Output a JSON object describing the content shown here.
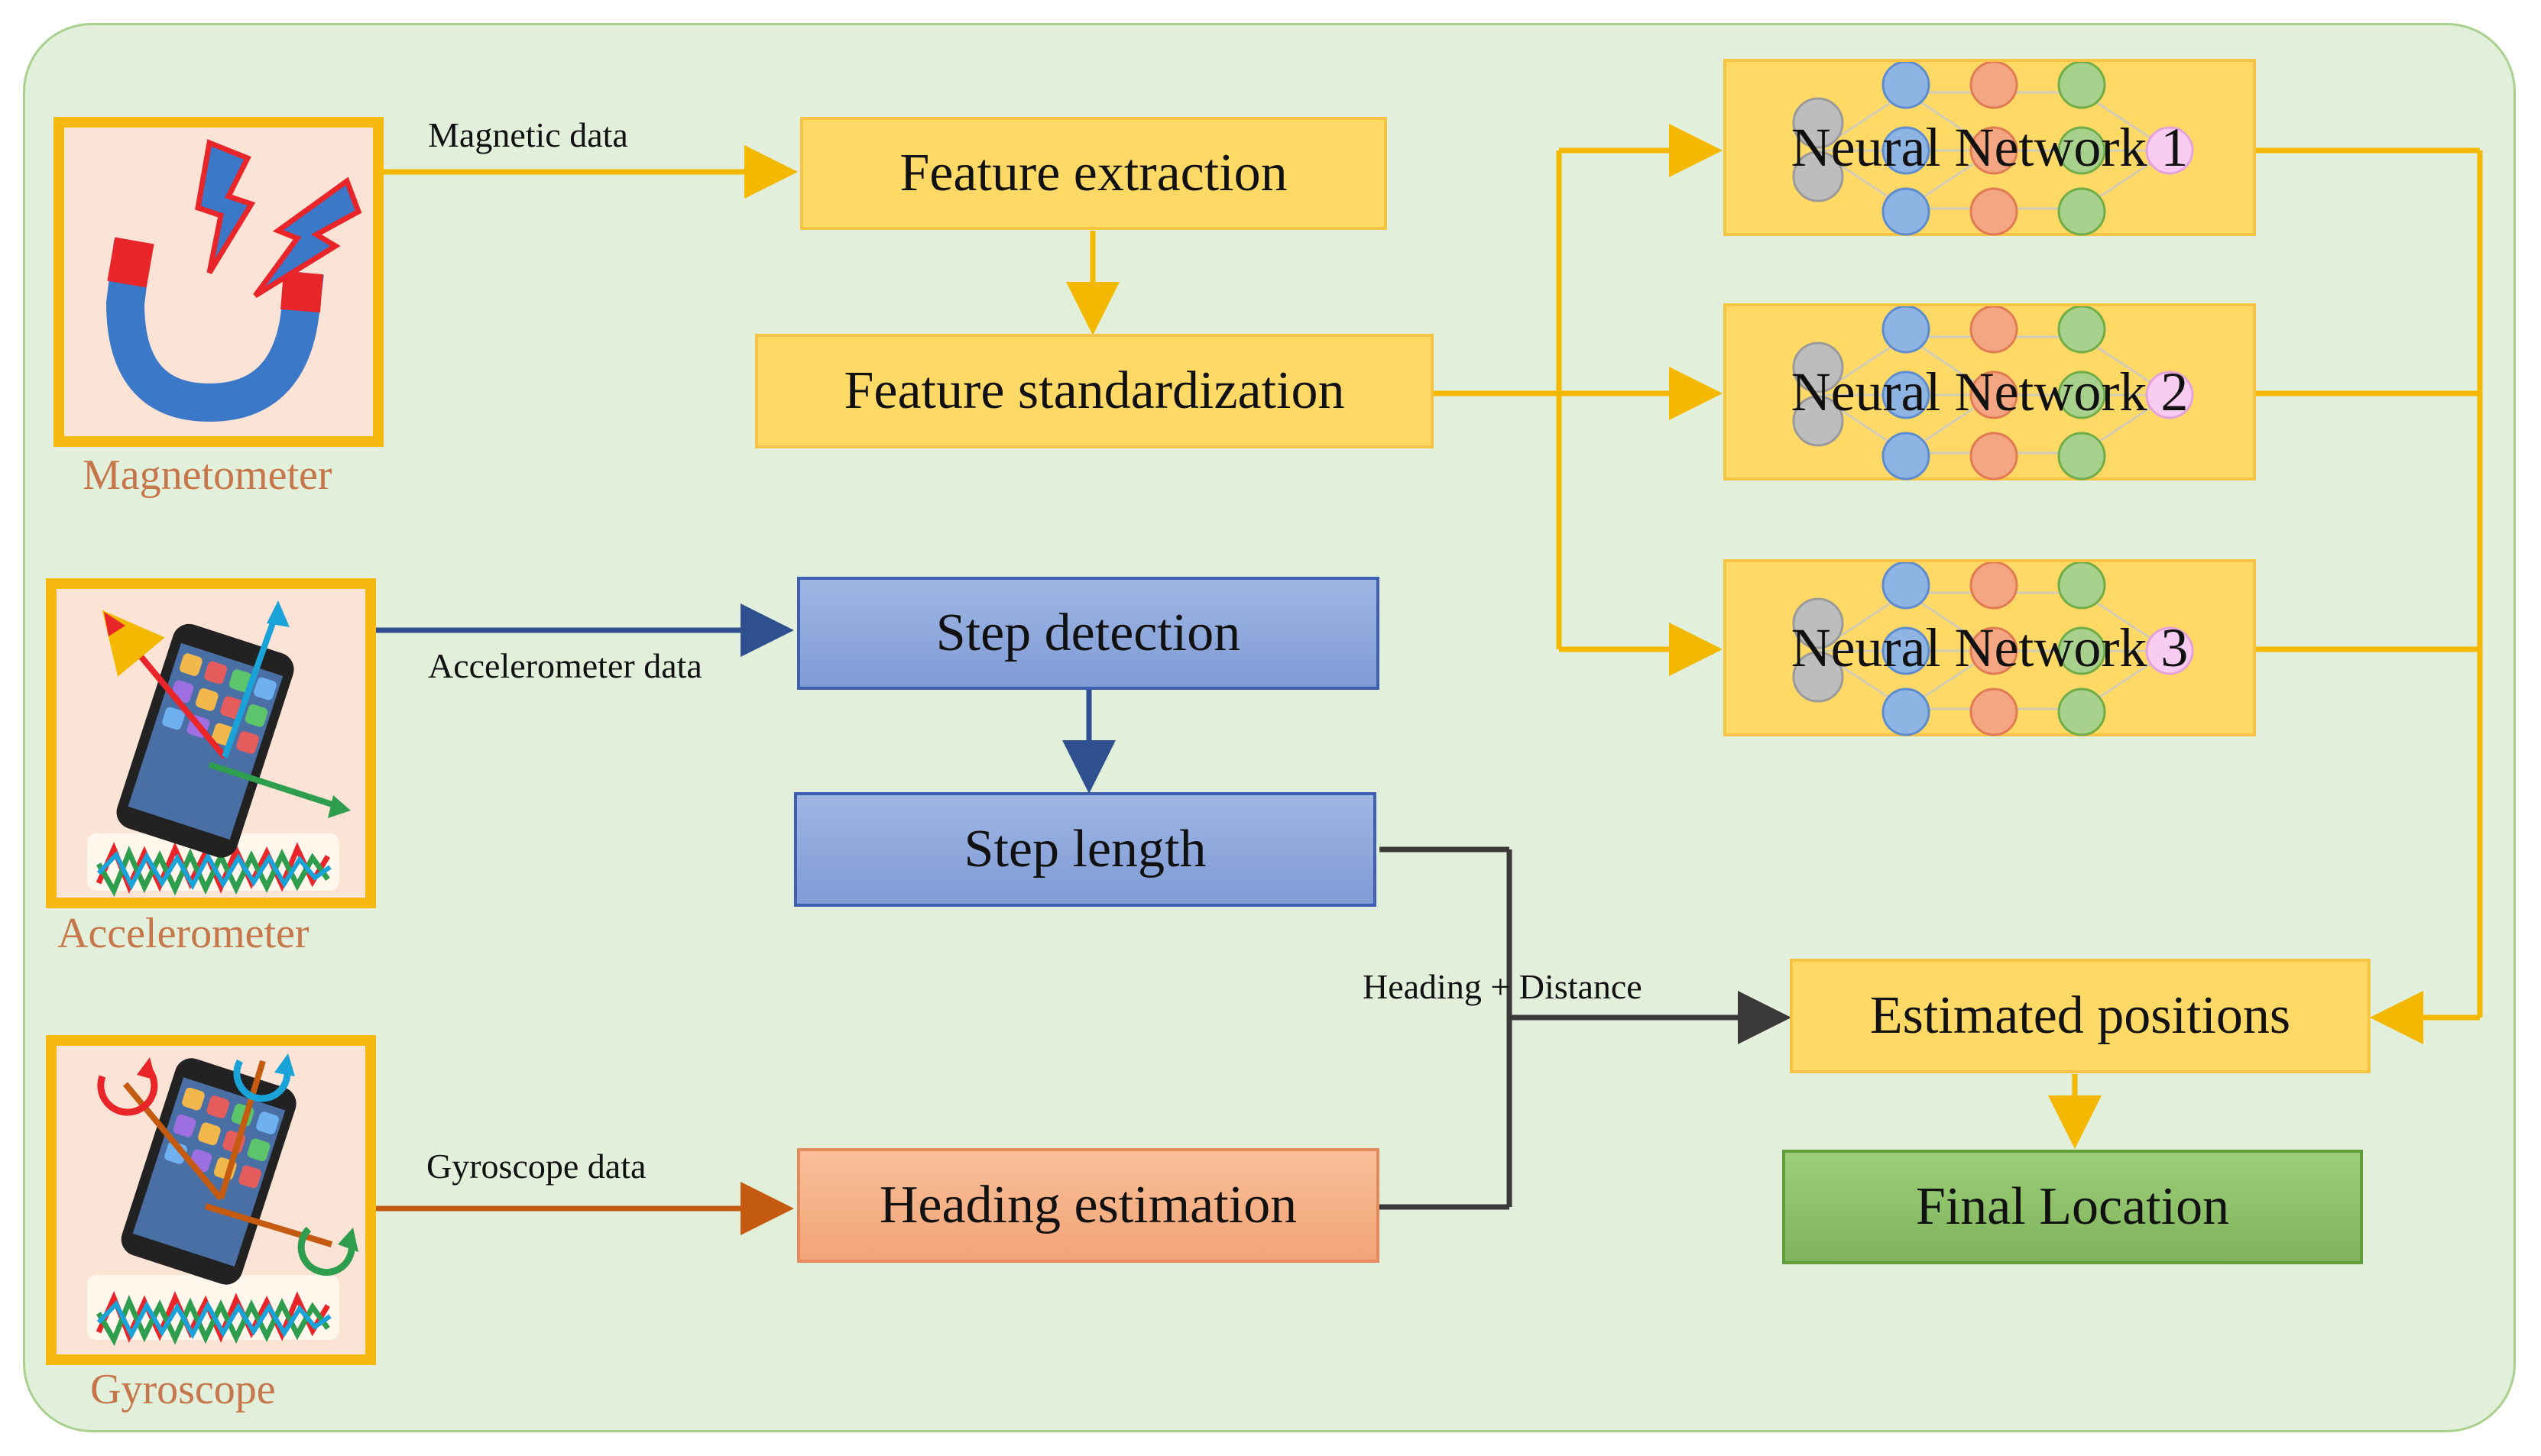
{
  "sensors": {
    "magnetometer": "Magnetometer",
    "accelerometer": "Accelerometer",
    "gyroscope": "Gyroscope"
  },
  "edges": {
    "magnetic": "Magnetic data",
    "accelerometer": "Accelerometer data",
    "gyroscope": "Gyroscope data",
    "heading_distance": "Heading + Distance"
  },
  "nodes": {
    "feature_extraction": "Feature extraction",
    "feature_standardization": "Feature standardization",
    "step_detection": "Step detection",
    "step_length": "Step length",
    "heading_estimation": "Heading estimation",
    "estimated_positions": "Estimated positions",
    "final_location": "Final Location",
    "nn1": "Neural Network 1",
    "nn2": "Neural Network 2",
    "nn3": "Neural Network 3"
  },
  "colors": {
    "yellow_arrow": "#f5b800",
    "blue_arrow": "#2f4f8f",
    "orange_arrow": "#c55a11",
    "dark_arrow": "#3a3a3a"
  }
}
